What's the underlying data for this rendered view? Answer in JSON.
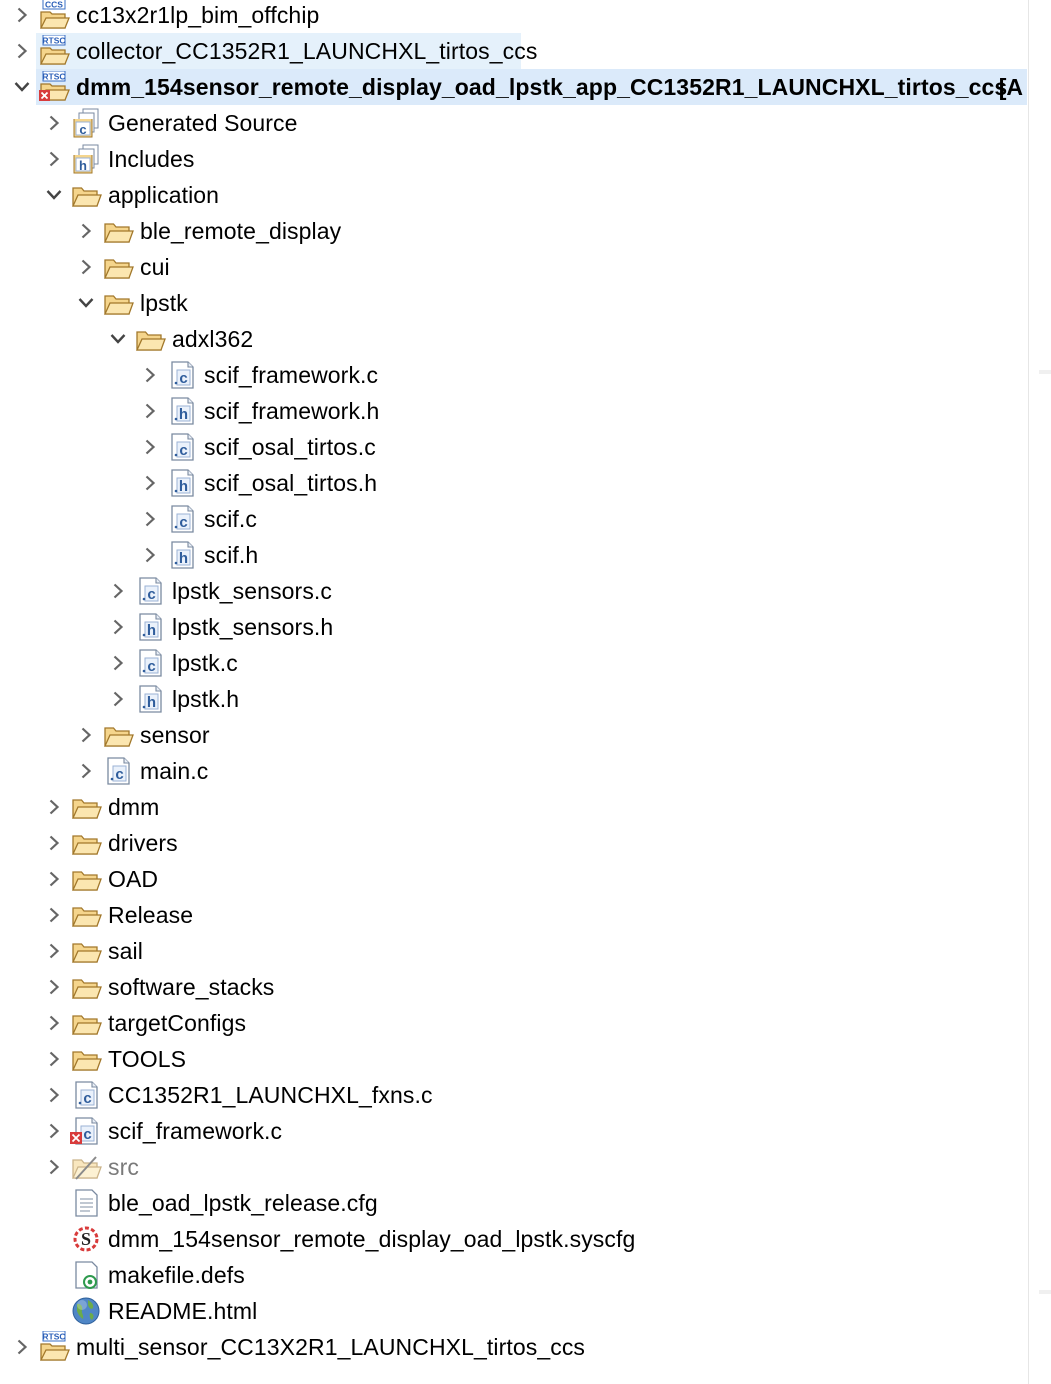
{
  "tree": {
    "rows": [
      {
        "label": "cc13x2r1lp_bim_offchip",
        "depth": 0,
        "expander": "collapsed",
        "icon": "ccs-project-icon",
        "badge": "CCS"
      },
      {
        "label": "collector_CC1352R1_LAUNCHXL_tirtos_ccs",
        "depth": 0,
        "expander": "collapsed",
        "icon": "rtsc-project-icon",
        "badge": "RTSC",
        "state": "hover"
      },
      {
        "label": "dmm_154sensor_remote_display_oad_lpstk_app_CC1352R1_LAUNCHXL_tirtos_ccs",
        "suffix": "[A",
        "depth": 0,
        "expander": "expanded",
        "icon": "rtsc-project-error-icon",
        "badge": "RTSC",
        "bold": true,
        "state": "selected"
      },
      {
        "label": "Generated Source",
        "depth": 1,
        "expander": "collapsed",
        "icon": "generated-source-icon"
      },
      {
        "label": "Includes",
        "depth": 1,
        "expander": "collapsed",
        "icon": "includes-icon"
      },
      {
        "label": "application",
        "depth": 1,
        "expander": "expanded",
        "icon": "folder-icon"
      },
      {
        "label": "ble_remote_display",
        "depth": 2,
        "expander": "collapsed",
        "icon": "folder-icon"
      },
      {
        "label": "cui",
        "depth": 2,
        "expander": "collapsed",
        "icon": "folder-icon"
      },
      {
        "label": "lpstk",
        "depth": 2,
        "expander": "expanded",
        "icon": "folder-icon"
      },
      {
        "label": "adxl362",
        "depth": 3,
        "expander": "expanded",
        "icon": "folder-icon"
      },
      {
        "label": "scif_framework.c",
        "depth": 4,
        "expander": "collapsed",
        "icon": "c-source-file-icon"
      },
      {
        "label": "scif_framework.h",
        "depth": 4,
        "expander": "collapsed",
        "icon": "h-header-file-icon"
      },
      {
        "label": "scif_osal_tirtos.c",
        "depth": 4,
        "expander": "collapsed",
        "icon": "c-source-file-icon"
      },
      {
        "label": "scif_osal_tirtos.h",
        "depth": 4,
        "expander": "collapsed",
        "icon": "h-header-file-icon"
      },
      {
        "label": "scif.c",
        "depth": 4,
        "expander": "collapsed",
        "icon": "c-source-file-icon"
      },
      {
        "label": "scif.h",
        "depth": 4,
        "expander": "collapsed",
        "icon": "h-header-file-icon"
      },
      {
        "label": "lpstk_sensors.c",
        "depth": 3,
        "expander": "collapsed",
        "icon": "c-source-file-icon"
      },
      {
        "label": "lpstk_sensors.h",
        "depth": 3,
        "expander": "collapsed",
        "icon": "h-header-file-icon"
      },
      {
        "label": "lpstk.c",
        "depth": 3,
        "expander": "collapsed",
        "icon": "c-source-file-icon"
      },
      {
        "label": "lpstk.h",
        "depth": 3,
        "expander": "collapsed",
        "icon": "h-header-file-icon"
      },
      {
        "label": "sensor",
        "depth": 2,
        "expander": "collapsed",
        "icon": "folder-icon"
      },
      {
        "label": "main.c",
        "depth": 2,
        "expander": "collapsed",
        "icon": "c-source-file-icon"
      },
      {
        "label": "dmm",
        "depth": 1,
        "expander": "collapsed",
        "icon": "folder-icon"
      },
      {
        "label": "drivers",
        "depth": 1,
        "expander": "collapsed",
        "icon": "folder-icon"
      },
      {
        "label": "OAD",
        "depth": 1,
        "expander": "collapsed",
        "icon": "folder-icon"
      },
      {
        "label": "Release",
        "depth": 1,
        "expander": "collapsed",
        "icon": "folder-icon"
      },
      {
        "label": "sail",
        "depth": 1,
        "expander": "collapsed",
        "icon": "folder-icon"
      },
      {
        "label": "software_stacks",
        "depth": 1,
        "expander": "collapsed",
        "icon": "folder-icon"
      },
      {
        "label": "targetConfigs",
        "depth": 1,
        "expander": "collapsed",
        "icon": "folder-icon"
      },
      {
        "label": "TOOLS",
        "depth": 1,
        "expander": "collapsed",
        "icon": "folder-icon"
      },
      {
        "label": "CC1352R1_LAUNCHXL_fxns.c",
        "depth": 1,
        "expander": "collapsed",
        "icon": "c-source-file-icon"
      },
      {
        "label": "scif_framework.c",
        "depth": 1,
        "expander": "collapsed",
        "icon": "c-source-file-error-icon"
      },
      {
        "label": "src",
        "depth": 1,
        "expander": "collapsed",
        "icon": "excluded-folder-icon",
        "dim": true
      },
      {
        "label": "ble_oad_lpstk_release.cfg",
        "depth": 1,
        "expander": "none",
        "icon": "cfg-file-icon"
      },
      {
        "label": "dmm_154sensor_remote_display_oad_lpstk.syscfg",
        "depth": 1,
        "expander": "none",
        "icon": "syscfg-file-icon"
      },
      {
        "label": "makefile.defs",
        "depth": 1,
        "expander": "none",
        "icon": "makefile-icon"
      },
      {
        "label": "README.html",
        "depth": 1,
        "expander": "none",
        "icon": "html-globe-icon"
      },
      {
        "label": "multi_sensor_CC13X2R1_LAUNCHXL_tirtos_ccs",
        "depth": 0,
        "expander": "collapsed",
        "icon": "rtsc-project-icon",
        "badge": "RTSC"
      }
    ]
  },
  "colors": {
    "hover_bg": "#e5f1fb",
    "selected_bg": "#dbeafa",
    "folder_fill": "#f5d58c",
    "folder_stroke": "#a2782b",
    "file_blue": "#2f5d9c",
    "error_red": "#d83b3b"
  }
}
